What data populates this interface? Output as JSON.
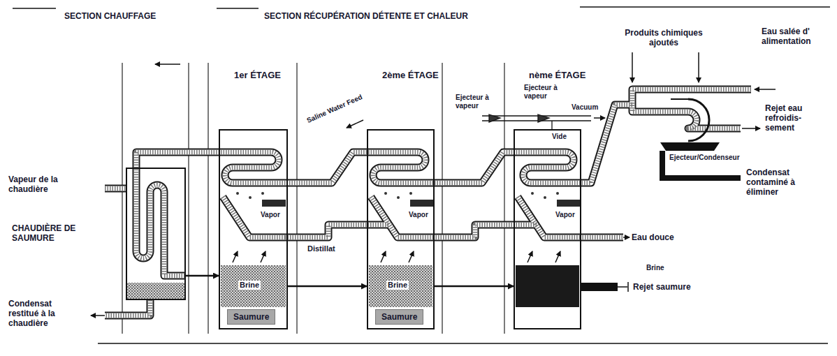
{
  "diagram": {
    "nodes": [
      {
        "text": [
          "CHAUDIÈRE DE SAUMURE"
        ]
      },
      {
        "text": [
          "1er ÉTAGE"
        ]
      },
      {
        "text": [
          "Saumure"
        ],
        "in": 1
      },
      {
        "text": [
          "2ème ÉTAGE"
        ]
      },
      {
        "text": [
          "Saumure"
        ],
        "in": 3
      },
      {
        "text": [
          "nème ÉTAGE"
        ]
      },
      {
        "text": [
          "Ejecteur/Condenseur"
        ]
      }
    ],
    "edges": [
      {
        "from": 0,
        "to": 1,
        "arrow": "to"
      },
      {
        "from": 1,
        "to": 3,
        "arrow": "to"
      },
      {
        "from": 3,
        "to": 5,
        "arrow": "to"
      }
    ],
    "labels": [
      "SECTION CHAUFFAGE",
      "SECTION RÉCUPÉRATION DÉTENTE ET CHALEUR",
      "Produits chimiques ajoutés",
      "Eau salée d' alimentation",
      "Rejet eau refroidis-sement",
      "Vapeur de la chaudière",
      "Condensat restitué à la chaudière",
      "Saline Water Feed",
      "Distillat",
      "Vapor",
      "Brine",
      "Vapor",
      "Brine",
      "Ejecteur à vapeur",
      "Ejecteur à vapeur",
      "Vacuum",
      "Vide",
      "Vapor",
      "Brine",
      "Condensat contaminé à éliminer",
      "Eau douce",
      "Rejet saumure"
    ]
  }
}
